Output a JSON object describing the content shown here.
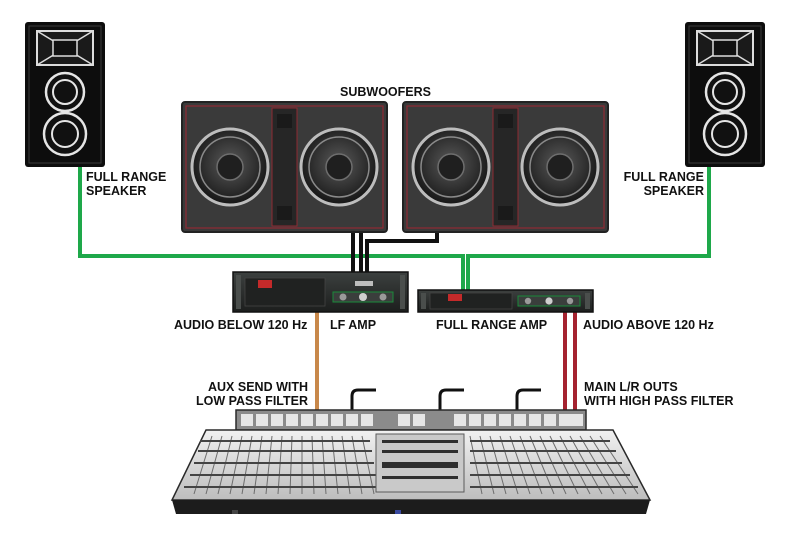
{
  "labels": {
    "subwoofers": "SUBWOOFERS",
    "left_speaker": [
      "FULL RANGE",
      "SPEAKER"
    ],
    "right_speaker": [
      "FULL RANGE",
      "SPEAKER"
    ],
    "audio_below": "AUDIO BELOW 120 Hz",
    "lf_amp": "LF AMP",
    "full_range_amp": "FULL RANGE AMP",
    "audio_above": "AUDIO ABOVE 120 Hz",
    "aux_send": [
      "AUX SEND WITH",
      "LOW PASS FILTER"
    ],
    "main_outs": [
      "MAIN L/R OUTS",
      "WITH HIGH PASS FILTER"
    ]
  },
  "colors": {
    "full_range_cable": "#1ea84a",
    "sub_cable": "#111111",
    "aux_cable": "#c8884a",
    "main_cable": "#a5222f",
    "speaker_body": "#0d0d0d",
    "sub_cabinet": "#3a3a3a",
    "sub_trim": "#8f2a33",
    "amp_body": "#2a2d2c",
    "console_body": "#d9d9d9"
  },
  "icons": {
    "amp_badge": "red-logo-badge",
    "speaker_horn": "horn-icon",
    "woofer": "woofer-icon"
  }
}
